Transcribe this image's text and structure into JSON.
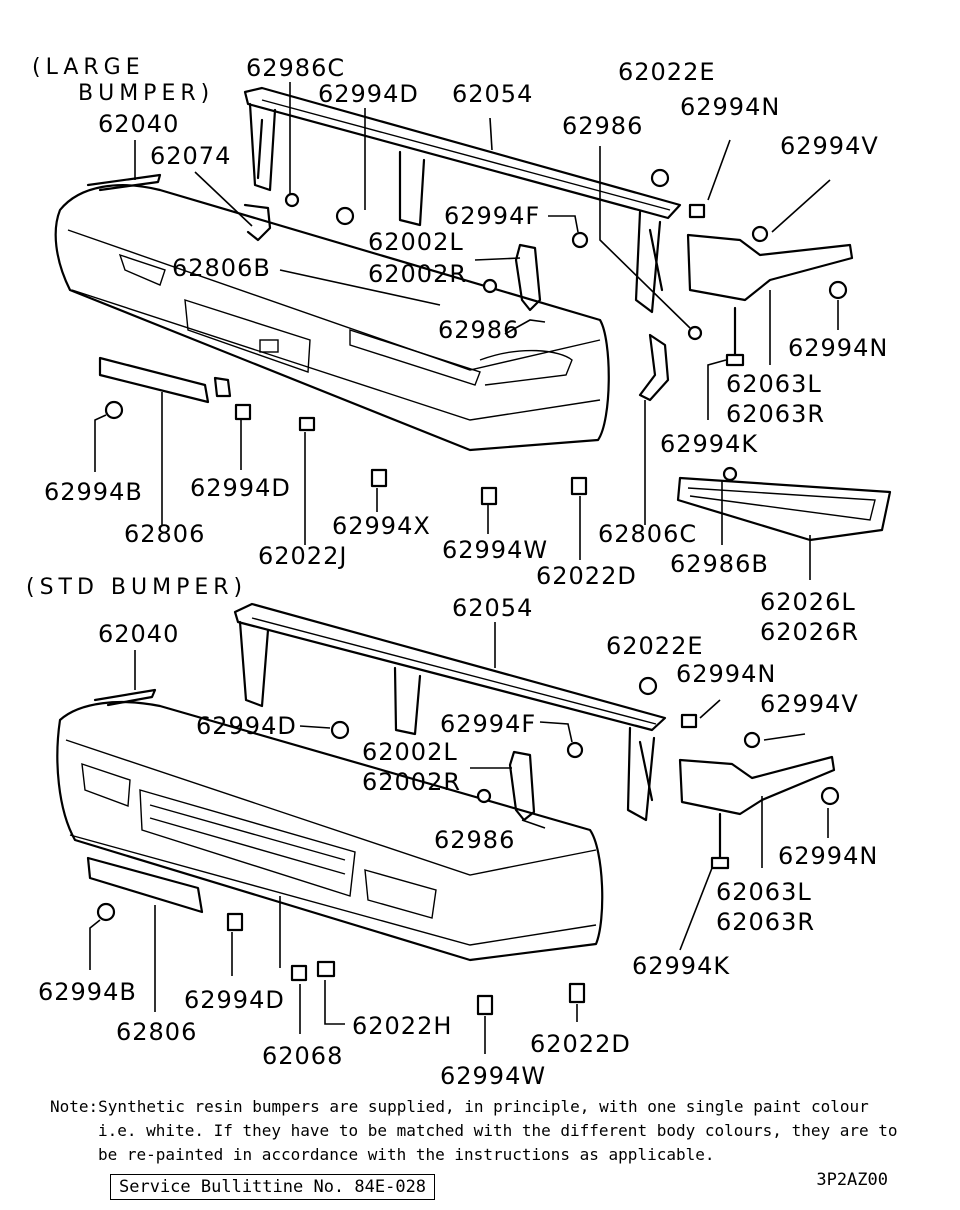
{
  "sections": {
    "large": {
      "line1": "(LARGE",
      "line2": "BUMPER)"
    },
    "std": {
      "title": "(STD BUMPER)"
    }
  },
  "large_labels": [
    "62986C",
    "62994D",
    "62054",
    "62022E",
    "62994N",
    "62986",
    "62994V",
    "62040",
    "62074",
    "62994F",
    "62002L",
    "62002R",
    "62806B",
    "62986",
    "62994N",
    "62063L",
    "62063R",
    "62994K",
    "62994B",
    "62994D",
    "62806",
    "62994X",
    "62022J",
    "62994W",
    "62806C",
    "62022D",
    "62986B",
    "62026L",
    "62026R"
  ],
  "std_labels": [
    "62054",
    "62040",
    "62022E",
    "62994N",
    "62994V",
    "62994D",
    "62994F",
    "62002L",
    "62002R",
    "62986",
    "62994N",
    "62063L",
    "62063R",
    "62994K",
    "62994B",
    "62994D",
    "62806",
    "62022H",
    "62068",
    "62022D",
    "62994W"
  ],
  "note": {
    "line1": "Note:Synthetic resin bumpers are supplied, in principle, with one single paint colour",
    "line2": "i.e. white. If they have to be matched with the different body colours, they are to",
    "line3": "be re-painted in accordance with the instructions as applicable."
  },
  "bulletin": "Service Bullittine No. 84E-028",
  "code": "3P2AZ00"
}
